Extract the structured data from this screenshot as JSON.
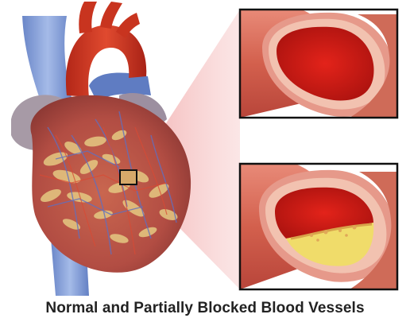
{
  "figure": {
    "caption": "Normal and Partially Blocked Blood Vessels"
  },
  "colors": {
    "background": "#ffffff",
    "heart_muscle": "#b8544a",
    "artery_red": "#cc1f14",
    "vein_blue": "#7c97d6",
    "vessel_wall": "#e0887a",
    "plaque_yellow": "#f0dc6a",
    "fat_yellow": "#e8cf7a",
    "inset_border": "#111111",
    "zoom_funnel": "#e58f8f",
    "caption_text": "#222222"
  },
  "icons": {
    "heart": "heart-illustration",
    "normal_vessel": "normal-vessel-cross-section",
    "blocked_vessel": "blocked-vessel-cross-section"
  }
}
